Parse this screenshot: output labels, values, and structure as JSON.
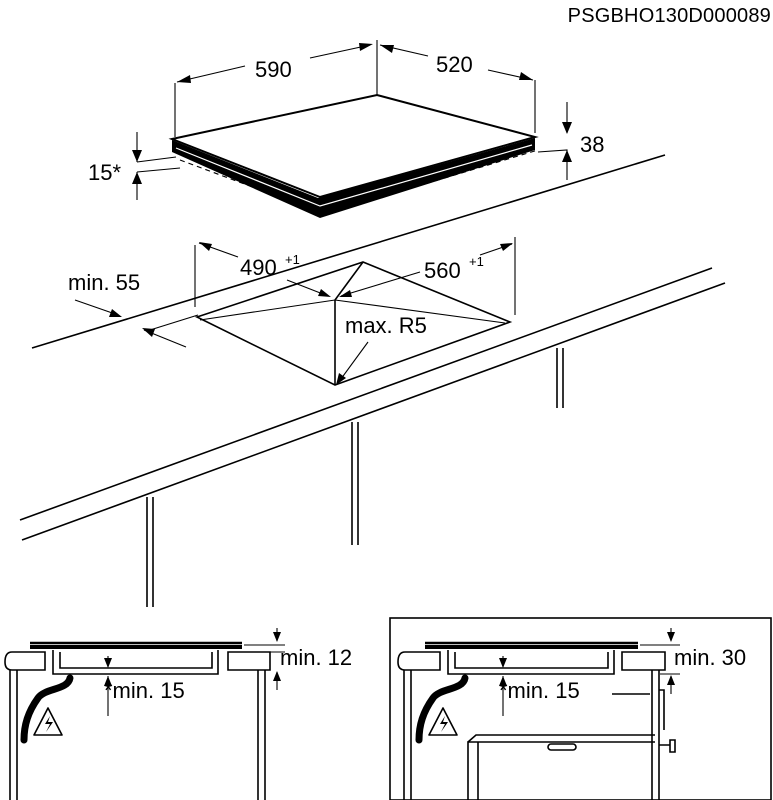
{
  "doc_code": "PSGBHO130D000089",
  "hob": {
    "width": "590",
    "depth": "520",
    "height": "38",
    "flush": "15*"
  },
  "cutout": {
    "width": "490",
    "width_tol": "+1",
    "depth": "560",
    "depth_tol": "+1",
    "radius": "max. R5",
    "front_margin": "min. 55"
  },
  "detail_left": {
    "top_clearance": "min. 12",
    "bottom_clearance": "*min. 15"
  },
  "detail_right": {
    "top_clearance": "min. 30",
    "bottom_clearance": "*min. 15"
  },
  "icons": [
    "electric-hazard-icon",
    "electric-hazard-icon"
  ]
}
